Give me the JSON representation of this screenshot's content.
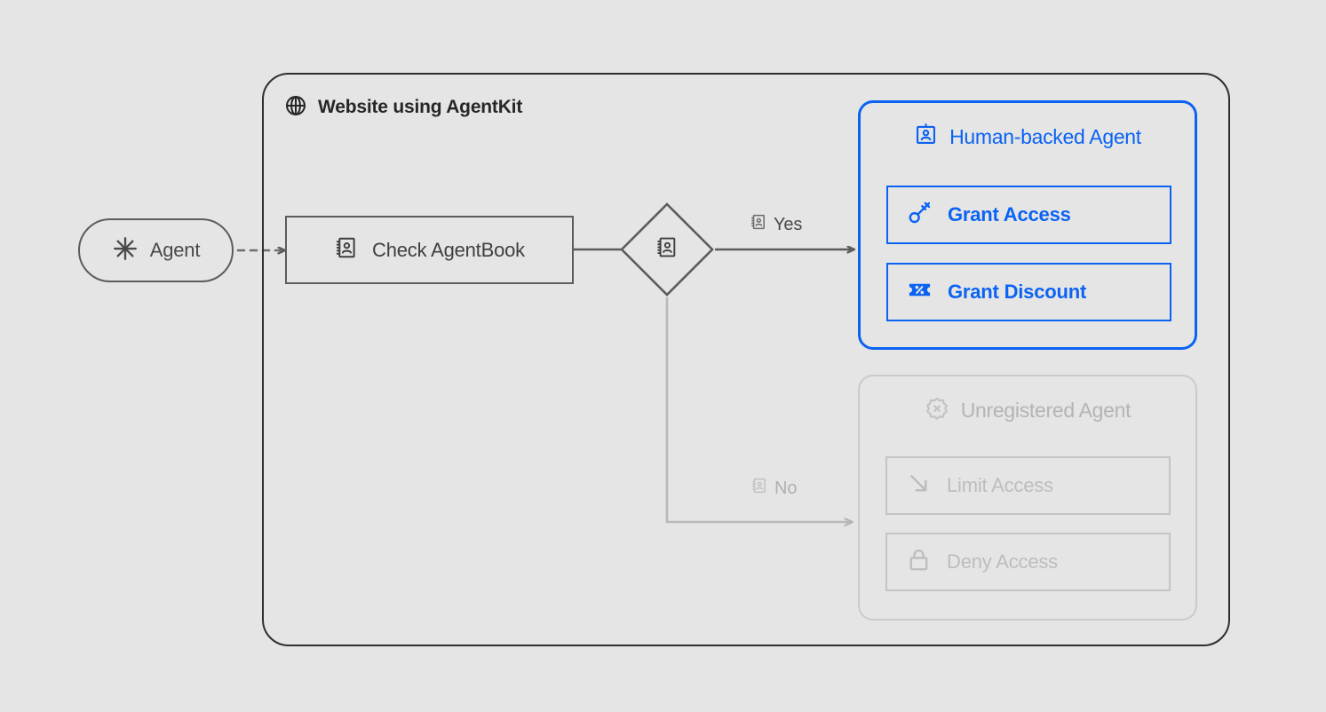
{
  "canvas": {
    "background": "#e5e5e5"
  },
  "colors": {
    "accent_blue": "#0b63f3",
    "dark_stroke": "#2e2e2e",
    "mid_stroke": "#5c5c5c",
    "muted_grey": "#bdbdbd",
    "light_border": "#c4c4c4"
  },
  "website": {
    "header": {
      "icon": "globe-icon",
      "title": "Website using AgentKit"
    }
  },
  "actor": {
    "icon": "sparkle-asterisk-icon",
    "label": "Agent"
  },
  "process": {
    "icon": "agentbook-contact-icon",
    "label": "Check AgentBook"
  },
  "decision": {
    "icon": "agentbook-contact-icon",
    "branches": [
      {
        "id": "yes",
        "icon": "agentbook-contact-icon",
        "label": "Yes",
        "state": "active"
      },
      {
        "id": "no",
        "icon": "agentbook-contact-icon",
        "label": "No",
        "state": "muted"
      }
    ]
  },
  "outcomes": [
    {
      "id": "human-backed-agent",
      "state": "active",
      "heading": {
        "icon": "id-badge-icon",
        "label": "Human-backed Agent"
      },
      "actions": [
        {
          "id": "grant-access",
          "icon": "key-icon",
          "label": "Grant Access"
        },
        {
          "id": "grant-discount",
          "icon": "ticket-percent-icon",
          "label": "Grant Discount"
        }
      ]
    },
    {
      "id": "unregistered-agent",
      "state": "muted",
      "heading": {
        "icon": "badge-x-icon",
        "label": "Unregistered Agent"
      },
      "actions": [
        {
          "id": "limit-access",
          "icon": "arrow-down-right-icon",
          "label": "Limit Access"
        },
        {
          "id": "deny-access",
          "icon": "lock-icon",
          "label": "Deny Access"
        }
      ]
    }
  ]
}
